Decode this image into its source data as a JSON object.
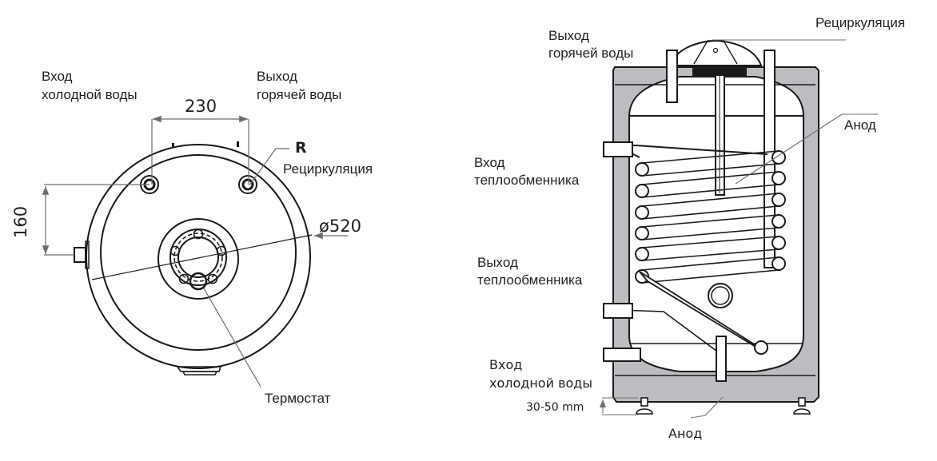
{
  "top_view": {
    "cold_inlet_line1": "Вход",
    "cold_inlet_line2": "холодной воды",
    "hot_outlet_line1": "Выход",
    "hot_outlet_line2": "горячей воды",
    "dim_width": "230",
    "dim_height": "160",
    "dim_diameter": "ø520",
    "recirc_code": "R",
    "recirc_label": "Рециркуляция",
    "thermostat_label": "Термостат"
  },
  "side_view": {
    "recirc_label": "Рециркуляция",
    "hot_outlet_line1": "Выход",
    "hot_outlet_line2": "горячей воды",
    "anode_top_label": "Анод",
    "hx_inlet_line1": "Вход",
    "hx_inlet_line2": "теплообменника",
    "hx_outlet_line1": "Выход",
    "hx_outlet_line2": "теплообменника",
    "cold_inlet_line1": "Вход",
    "cold_inlet_line2": "холодной воды",
    "feet_height": "30-50 mm",
    "anode_bottom_label": "Анод"
  },
  "colors": {
    "line": "#1a1a1a",
    "leader": "#6d6d6d",
    "insulation": "#bcbdc0"
  }
}
